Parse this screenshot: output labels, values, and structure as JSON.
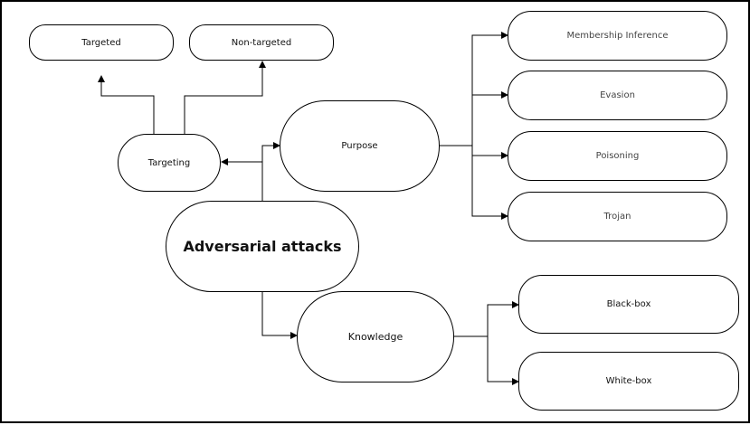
{
  "diagram": {
    "root": "Adversarial attacks",
    "targeting": {
      "label": "Targeting",
      "children": [
        "Targeted",
        "Non-targeted"
      ]
    },
    "purpose": {
      "label": "Purpose",
      "children": [
        "Membership Inference",
        "Evasion",
        "Poisoning",
        "Trojan"
      ]
    },
    "knowledge": {
      "label": "Knowledge",
      "children": [
        "Black-box",
        "White-box"
      ]
    }
  }
}
